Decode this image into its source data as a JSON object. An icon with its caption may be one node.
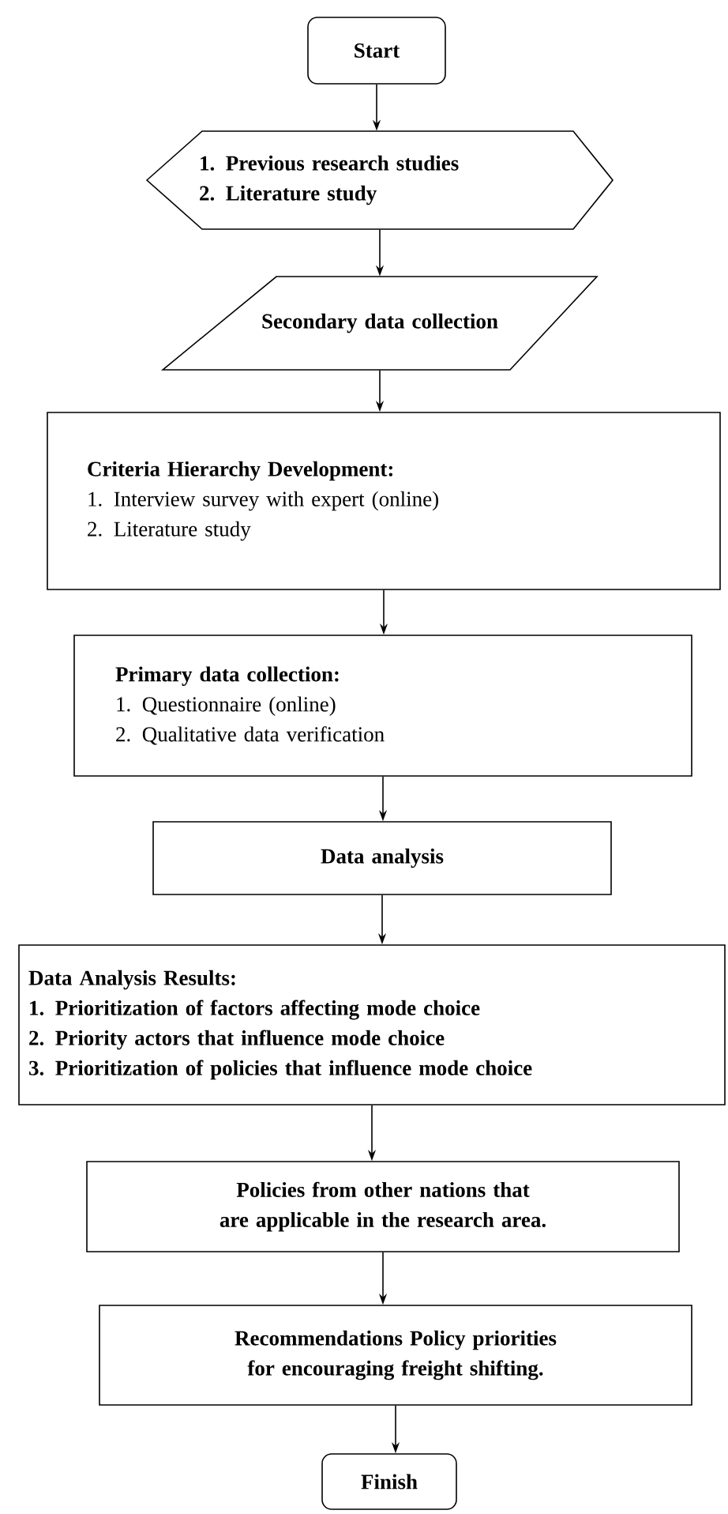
{
  "diagram": {
    "nodes": [
      {
        "text": [
          "Start"
        ]
      },
      {
        "text": [
          "1. Previous research studies",
          "2. Literature study"
        ]
      },
      {
        "text": [
          "Secondary data collection"
        ]
      },
      {
        "text": [
          "Criteria Hierarchy Development:",
          "1. Interview survey with expert (online)",
          "2. Literature study"
        ]
      },
      {
        "text": [
          "Primary data collection:",
          "1. Questionnaire (online)",
          "2. Qualitative data verification"
        ]
      },
      {
        "text": [
          "Data analysis"
        ]
      },
      {
        "text": [
          "Data Analysis Results:",
          "1. Prioritization of factors affecting mode choice",
          "2. Priority actors that influence mode choice",
          "3. Prioritization of policies that influence mode choice"
        ]
      },
      {
        "text": [
          "Policies from other nations that are applicable in the research area."
        ]
      },
      {
        "text": [
          "Recommendations Policy priorities for encouraging freight shifting."
        ]
      },
      {
        "text": [
          "Finish"
        ]
      }
    ],
    "edges": [
      {
        "from": 0,
        "to": 1,
        "arrow": "to"
      },
      {
        "from": 1,
        "to": 2,
        "arrow": "to"
      },
      {
        "from": 2,
        "to": 3,
        "arrow": "to"
      },
      {
        "from": 3,
        "to": 4,
        "arrow": "to"
      },
      {
        "from": 4,
        "to": 5,
        "arrow": "to"
      },
      {
        "from": 5,
        "to": 6,
        "arrow": "to"
      },
      {
        "from": 6,
        "to": 7,
        "arrow": "to"
      },
      {
        "from": 7,
        "to": 8,
        "arrow": "to"
      },
      {
        "from": 8,
        "to": 9,
        "arrow": "to"
      }
    ]
  }
}
